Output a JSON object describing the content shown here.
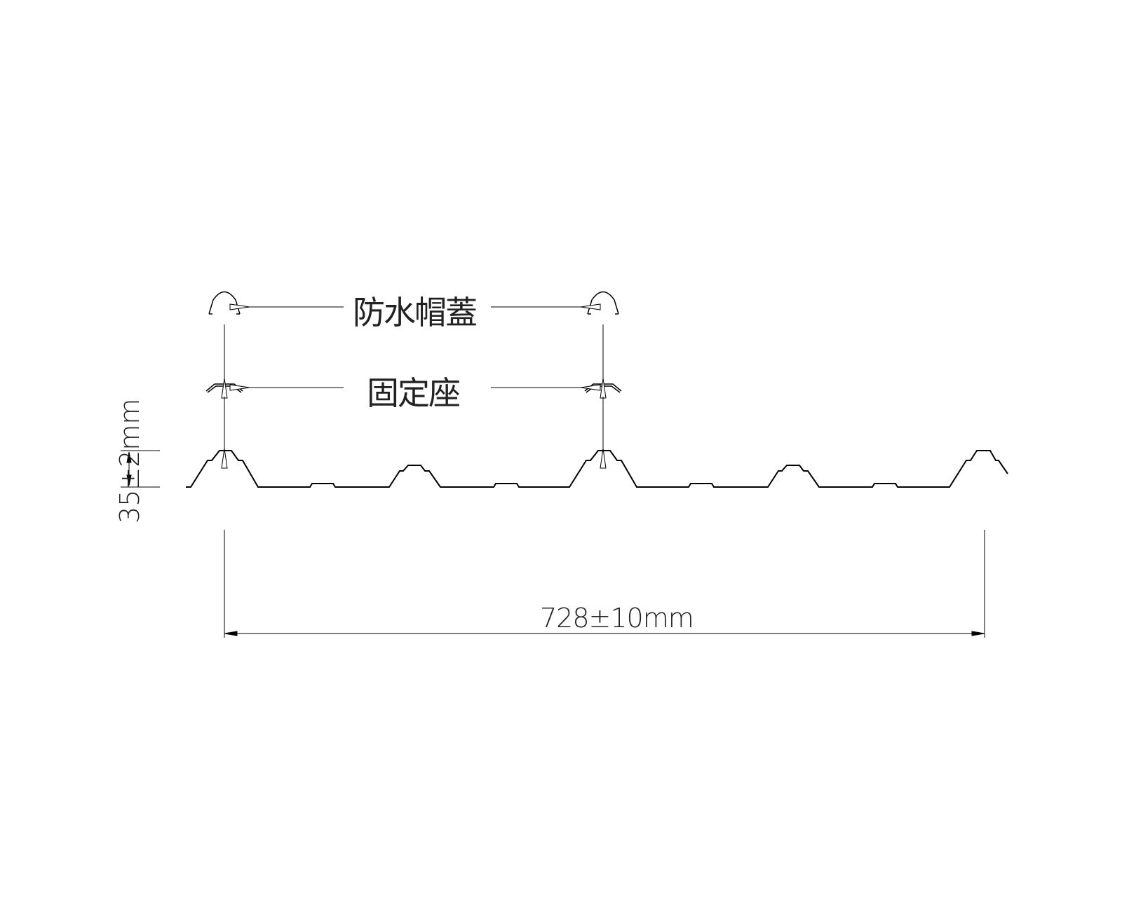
{
  "labels": {
    "cap": "防水帽蓋",
    "seat": "固定座",
    "height_dim": "35±2mm",
    "width_dim": "728±10mm"
  },
  "colors": {
    "line": "#000000"
  }
}
